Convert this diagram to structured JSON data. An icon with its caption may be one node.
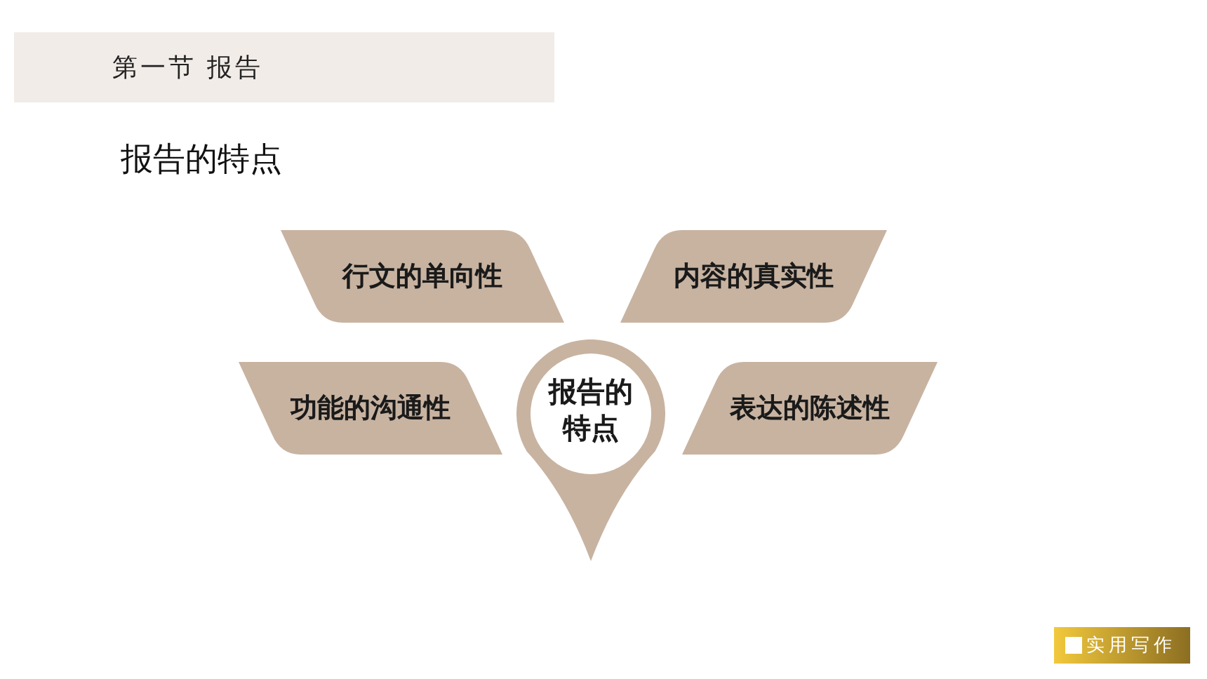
{
  "diagram": {
    "title": "报告的特点",
    "nodes": [
      {
        "text": [
          "第一节 报告"
        ]
      },
      {
        "text": [
          "行文的单向性"
        ]
      },
      {
        "text": [
          "内容的真实性"
        ]
      },
      {
        "text": [
          "功能的沟通性"
        ]
      },
      {
        "text": [
          "报告的特点"
        ]
      },
      {
        "text": [
          "表达的陈述性"
        ]
      },
      {
        "text": [
          "实用写作"
        ]
      }
    ]
  }
}
